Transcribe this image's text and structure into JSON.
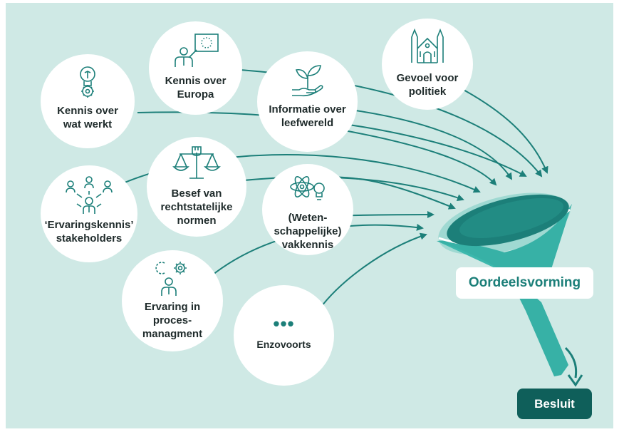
{
  "colors": {
    "background": "#cfe9e5",
    "accent": "#1c7f79",
    "accent_dark": "#0f5f5a",
    "funnel": "#3cb8ad",
    "bubble": "#ffffff"
  },
  "knowledge_sources": [
    {
      "label": "Kennis over\nwat werkt",
      "icon": "lightbulb-gear-icon"
    },
    {
      "label": "Kennis over\nEuropa",
      "icon": "presenter-eu-flag-icon"
    },
    {
      "label": "Informatie over\nleefwereld",
      "icon": "plant-in-hand-icon"
    },
    {
      "label": "Gevoel voor\npolitiek",
      "icon": "parliament-building-icon"
    },
    {
      "label": "‘Ervaringskennis’\nstakeholders",
      "icon": "people-network-icon"
    },
    {
      "label": "Besef van\nrechtstatelijke\nnormen",
      "icon": "scales-fist-icon"
    },
    {
      "label": "(Weten-\nschappelijke)\nvakkennis",
      "icon": "atom-lightbulb-icon"
    },
    {
      "label": "Ervaring in\nproces-\nmanagment",
      "icon": "person-gears-icon"
    },
    {
      "label": "Enzovoorts",
      "icon": "ellipsis-icon",
      "dots": "•••"
    }
  ],
  "process": {
    "funnel_label": "Oordeelsvorming",
    "decision_label": "Besluit"
  }
}
